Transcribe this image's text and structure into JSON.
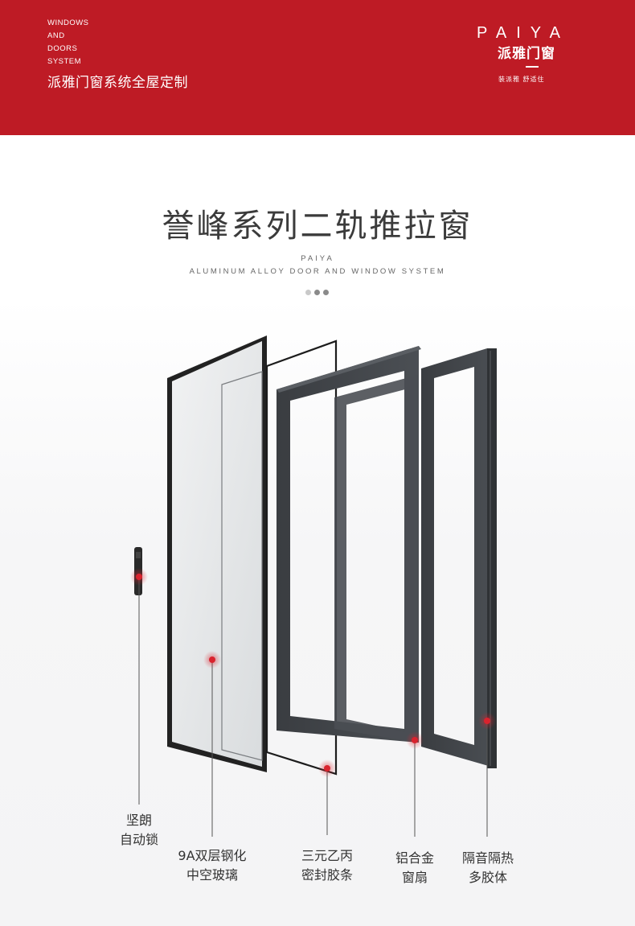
{
  "header": {
    "tagline_lines": [
      "WINDOWS",
      "AND",
      "DOORS",
      "SYSTEM"
    ],
    "slogan": "派雅门窗系统全屋定制",
    "logo": {
      "latin": "PAIYA",
      "chinese": "派雅门窗",
      "sub": "装派雅 舒适住"
    }
  },
  "title": {
    "main": "誉峰系列二轨推拉窗",
    "brand": "PAIYA",
    "subtitle": "ALUMINUM ALLOY DOOR AND WINDOW SYSTEM"
  },
  "colors": {
    "brand_red": "#be1b25",
    "frame_gray": "#3f4246",
    "marker_red": "#d9232e",
    "dot_inactive": "#c9c9c9",
    "dot_active": "#8a8a8a"
  },
  "pager": {
    "count": 3,
    "active": 2
  },
  "callouts": [
    {
      "lines": [
        "坚朗",
        "自动锁"
      ]
    },
    {
      "lines": [
        "9A双层钢化",
        "中空玻璃"
      ]
    },
    {
      "lines": [
        "三元乙丙",
        "密封胶条"
      ]
    },
    {
      "lines": [
        "铝合金",
        "窗扇"
      ]
    },
    {
      "lines": [
        "隔音隔热",
        "多胶体"
      ]
    }
  ]
}
